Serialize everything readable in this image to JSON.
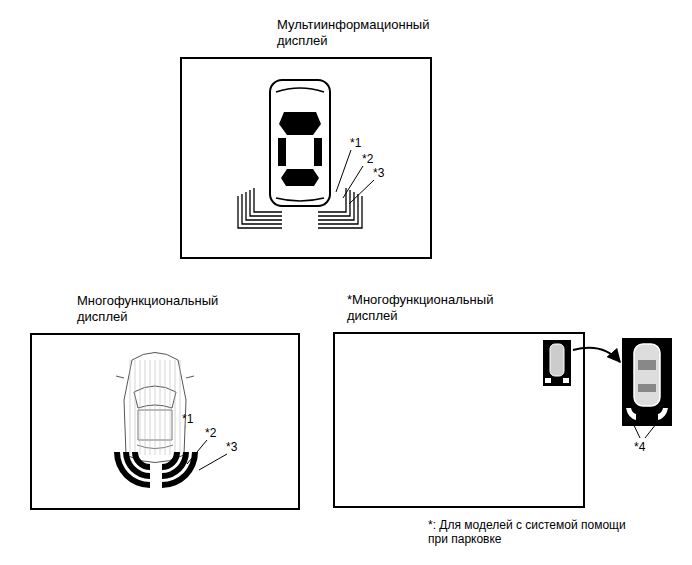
{
  "diagram": {
    "nodes": [
      {
        "text": [
          "Мультиинформационный дисплей"
        ]
      },
      {
        "text": [
          "Многофункциональный дисплей"
        ]
      },
      {
        "text": [
          "*Многофункциональный дисплей"
        ]
      }
    ],
    "labels": [
      "*1",
      "*2",
      "*3",
      "*1",
      "*2",
      "*3",
      "*4",
      "*: Для моделей с системой помощи при парковке"
    ]
  }
}
